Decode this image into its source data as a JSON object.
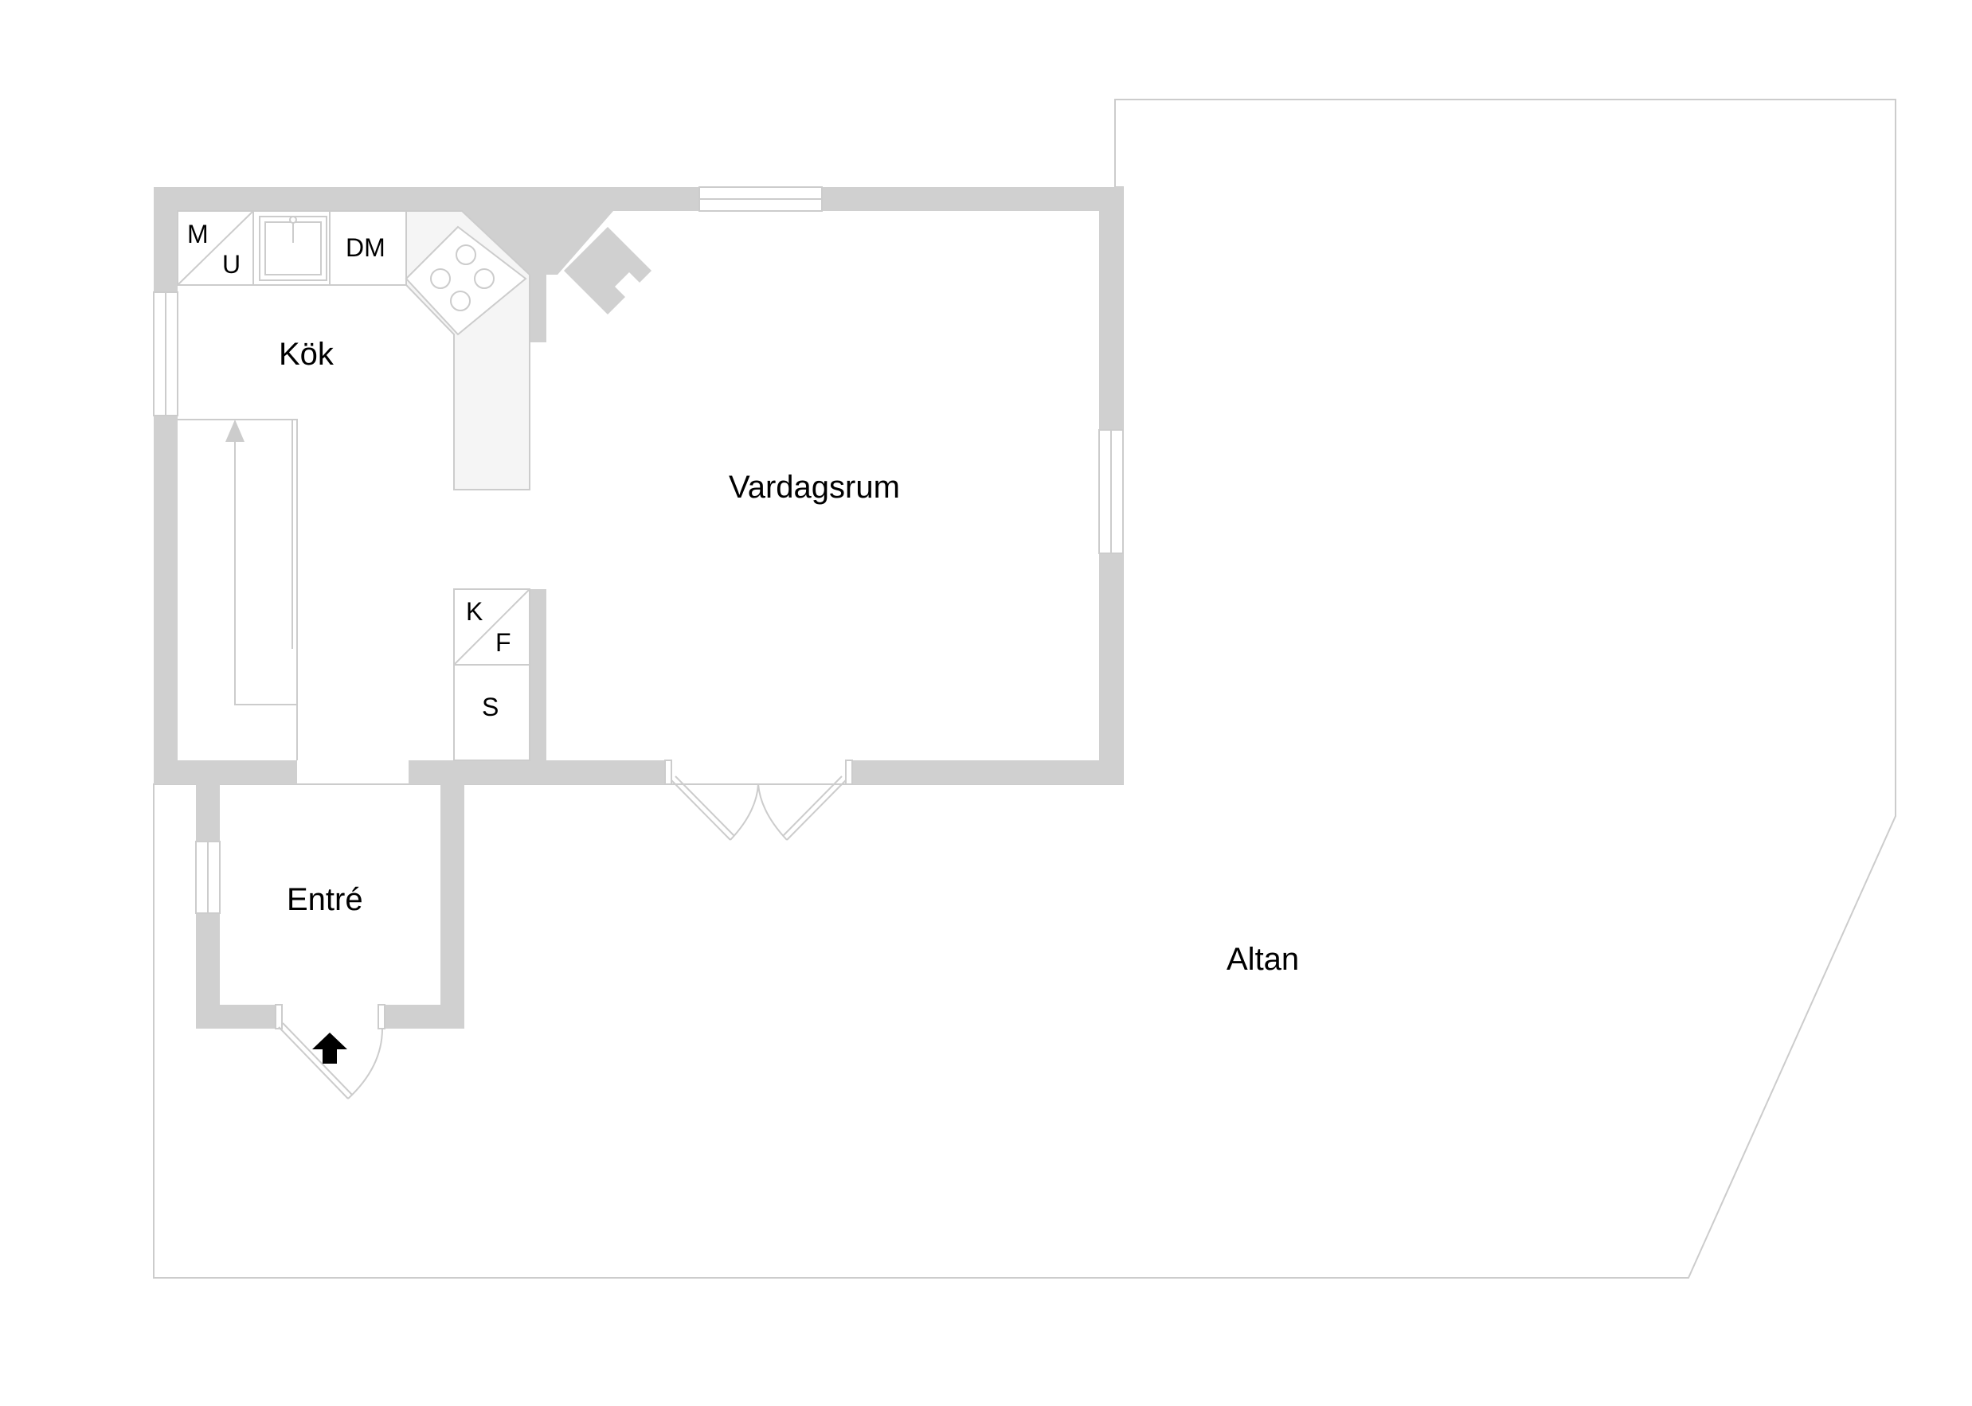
{
  "rooms": {
    "kok": "Kök",
    "vardagsrum": "Vardagsrum",
    "entre": "Entré",
    "altan": "Altan"
  },
  "appliances": {
    "m": "M",
    "u": "U",
    "dm": "DM",
    "k": "K",
    "f": "F",
    "s": "S"
  },
  "colors": {
    "wall": "#d0d0d0",
    "line": "#cccccc",
    "text": "#000000",
    "arrow": "#000000"
  }
}
